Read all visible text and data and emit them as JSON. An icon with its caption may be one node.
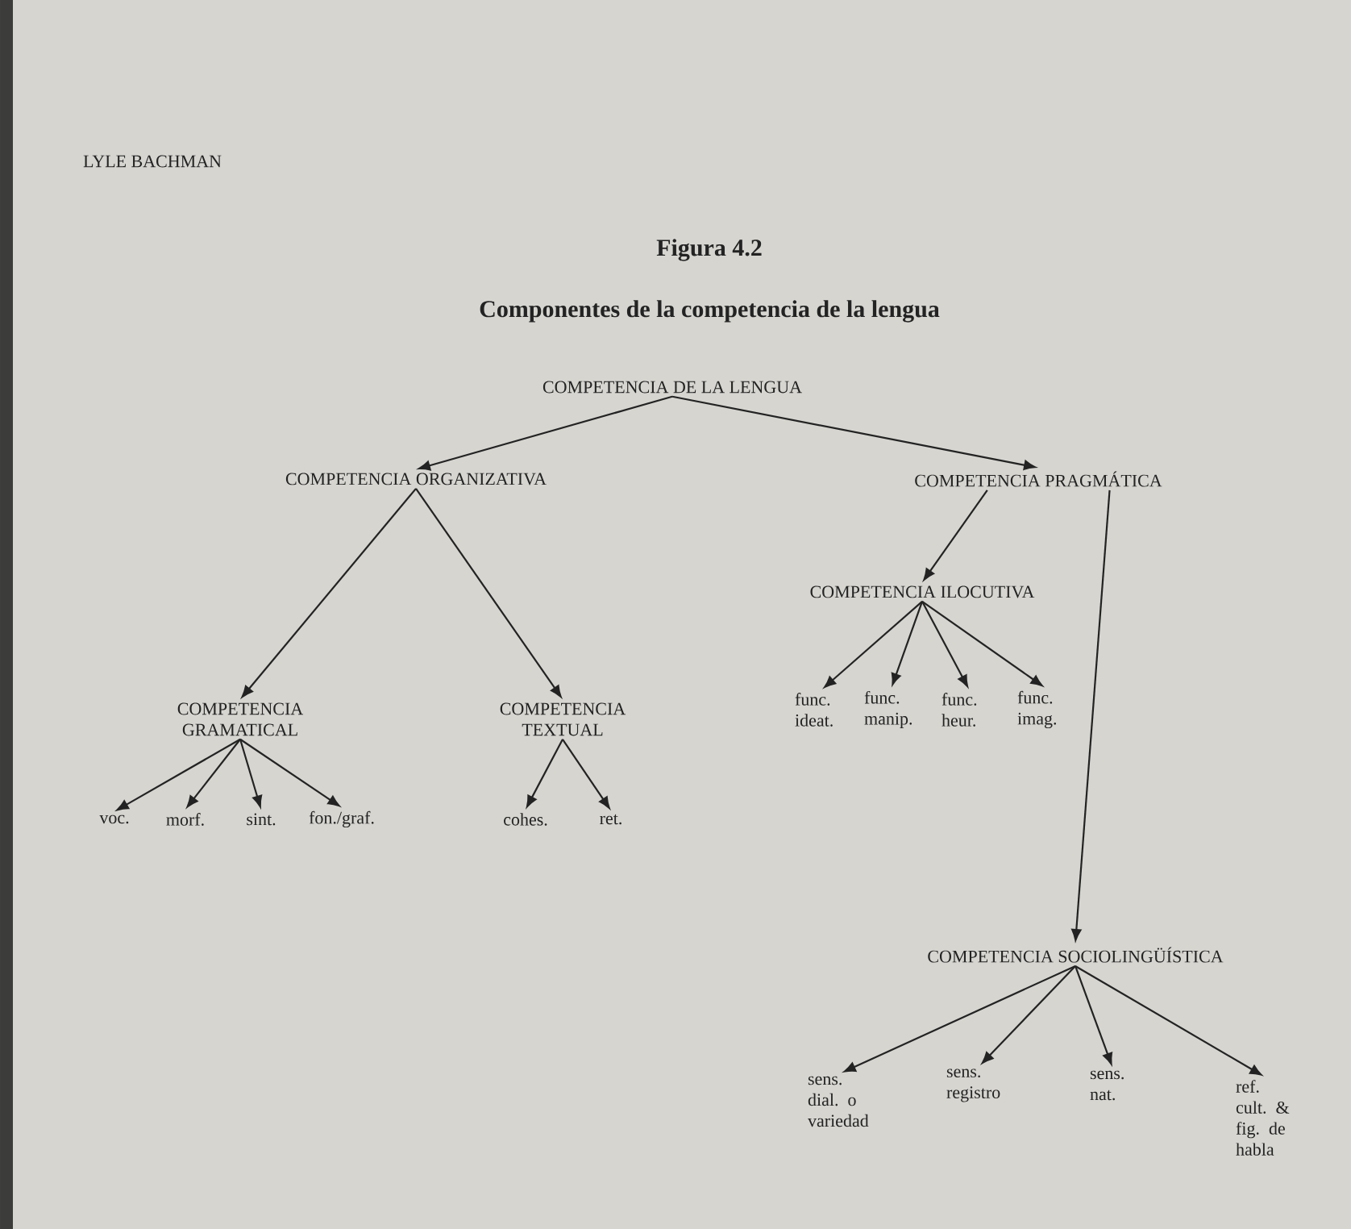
{
  "diagram": {
    "title": "Figura 4.2",
    "caption": "Componentes de la competencia de la lengua",
    "nodes": [
      {
        "text": [
          "COMPETENCIA DE LA LENGUA"
        ]
      },
      {
        "text": [
          "COMPETENCIA ORGANIZATIVA"
        ]
      },
      {
        "text": [
          "COMPETENCIA PRAGMÁTICA"
        ]
      },
      {
        "text": [
          "COMPETENCIA GRAMATICAL"
        ]
      },
      {
        "text": [
          "COMPETENCIA TEXTUAL"
        ]
      },
      {
        "text": [
          "voc."
        ]
      },
      {
        "text": [
          "morf."
        ]
      },
      {
        "text": [
          "sint."
        ]
      },
      {
        "text": [
          "fon./graf."
        ]
      },
      {
        "text": [
          "cohes."
        ]
      },
      {
        "text": [
          "ret."
        ]
      },
      {
        "text": [
          "COMPETENCIA ILOCUTIVA"
        ]
      },
      {
        "text": [
          "func. ideat."
        ]
      },
      {
        "text": [
          "func. manip."
        ]
      },
      {
        "text": [
          "func. heur."
        ]
      },
      {
        "text": [
          "func. imag."
        ]
      },
      {
        "text": [
          "COMPETENCIA SOCIOLINGÜÍSTICA"
        ]
      },
      {
        "text": [
          "sens. dial. o variedad"
        ]
      },
      {
        "text": [
          "sens. registro"
        ]
      },
      {
        "text": [
          "sens. nat."
        ]
      },
      {
        "text": [
          "ref. cult. & fig. de habla"
        ]
      }
    ],
    "edges": [
      {
        "from": 0,
        "to": 1,
        "arrow": "to"
      },
      {
        "from": 0,
        "to": 2,
        "arrow": "to"
      },
      {
        "from": 1,
        "to": 3,
        "arrow": "to"
      },
      {
        "from": 1,
        "to": 4,
        "arrow": "to"
      },
      {
        "from": 3,
        "to": 5,
        "arrow": "to"
      },
      {
        "from": 3,
        "to": 6,
        "arrow": "to"
      },
      {
        "from": 3,
        "to": 7,
        "arrow": "to"
      },
      {
        "from": 3,
        "to": 8,
        "arrow": "to"
      },
      {
        "from": 4,
        "to": 9,
        "arrow": "to"
      },
      {
        "from": 4,
        "to": 10,
        "arrow": "to"
      },
      {
        "from": 2,
        "to": 11,
        "arrow": "to"
      },
      {
        "from": 2,
        "to": 16,
        "arrow": "to"
      },
      {
        "from": 11,
        "to": 12,
        "arrow": "to"
      },
      {
        "from": 11,
        "to": 13,
        "arrow": "to"
      },
      {
        "from": 11,
        "to": 14,
        "arrow": "to"
      },
      {
        "from": 11,
        "to": 15,
        "arrow": "to"
      },
      {
        "from": 16,
        "to": 17,
        "arrow": "to"
      },
      {
        "from": 16,
        "to": 18,
        "arrow": "to"
      },
      {
        "from": 16,
        "to": 19,
        "arrow": "to"
      },
      {
        "from": 16,
        "to": 20,
        "arrow": "to"
      }
    ],
    "labels": [
      "LYLE BACHMAN"
    ]
  }
}
